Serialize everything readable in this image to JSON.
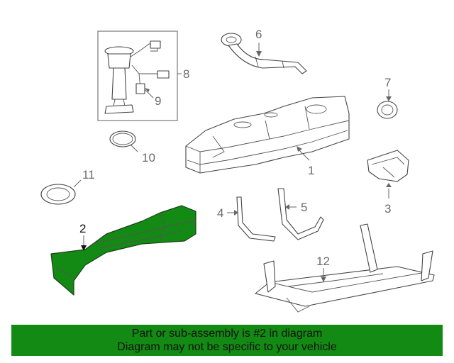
{
  "callouts": {
    "c1": "1",
    "c2": "2",
    "c3": "3",
    "c4": "4",
    "c5": "5",
    "c6": "6",
    "c7": "7",
    "c8": "8",
    "c9": "9",
    "c10": "10",
    "c11": "11",
    "c12": "12"
  },
  "highlight_color": "#138a13",
  "banner": {
    "line1": "Part or sub-assembly is #2 in diagram",
    "line2": "Diagram may not be specific to your vehicle"
  }
}
